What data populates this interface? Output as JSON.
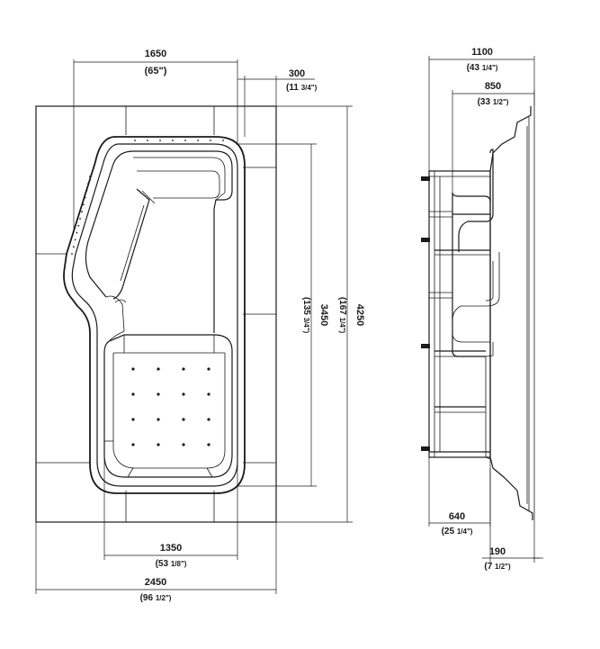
{
  "plan_dimensions": {
    "width_top": {
      "mm": "1650",
      "inch": "(65\")"
    },
    "offset_top": {
      "mm": "300",
      "inch_whole": "(11",
      "inch_frac": "3/4\")"
    },
    "height_inner": {
      "mm": "3450",
      "inch_whole": "(135",
      "inch_frac": "3/4\")"
    },
    "height_outer": {
      "mm": "4250",
      "inch_whole": "(167",
      "inch_frac": "1/4\")"
    },
    "width_inner_bottom": {
      "mm": "1350",
      "inch_whole": "(53",
      "inch_frac": "1/8\")"
    },
    "width_outer_bottom": {
      "mm": "2450",
      "inch_whole": "(96",
      "inch_frac": "1/2\")"
    }
  },
  "side_dimensions": {
    "total_depth": {
      "mm": "1100",
      "inch_whole": "(43",
      "inch_frac": "1/4\")"
    },
    "seat_depth": {
      "mm": "850",
      "inch_whole": "(33",
      "inch_frac": "1/2\")"
    },
    "frame_depth": {
      "mm": "640",
      "inch_whole": "(25",
      "inch_frac": "1/4\")"
    },
    "rim_depth": {
      "mm": "190",
      "inch_whole": "(7",
      "inch_frac": "1/2\")"
    }
  },
  "jets": {
    "rows": 4,
    "cols": 4
  }
}
